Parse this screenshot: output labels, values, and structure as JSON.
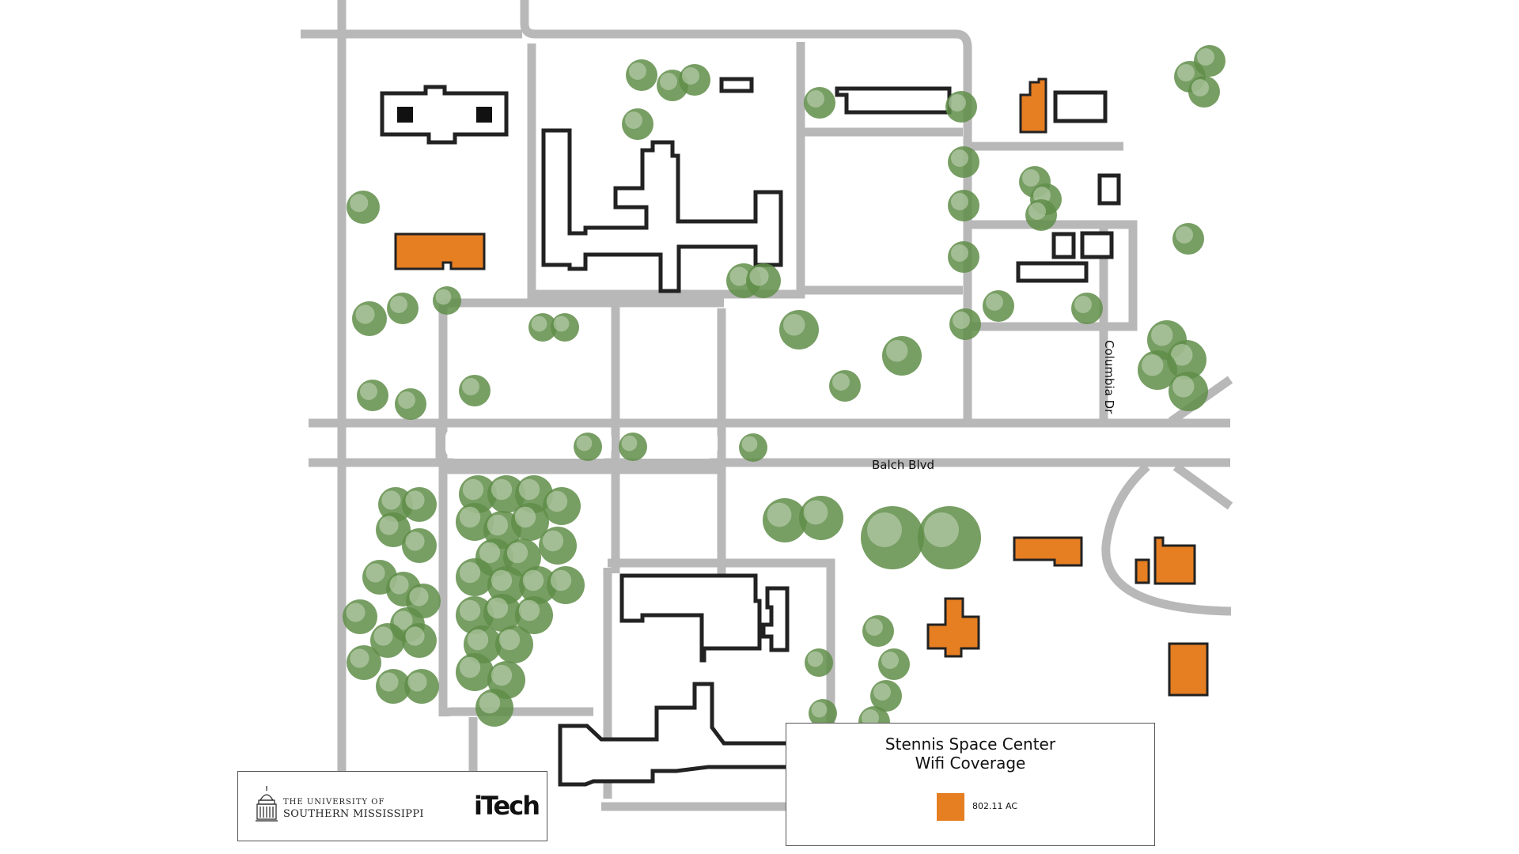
{
  "map": {
    "colors": {
      "road": "#b8b8b8",
      "building_outline": "#222222",
      "wifi_ac_building": "#e67e22",
      "tree": "#5f8d48",
      "background": "#ffffff"
    },
    "streets": [
      "Balch Blvd",
      "Columbia Dr"
    ]
  },
  "legend": {
    "title_line1": "Stennis Space Center",
    "title_line2": "Wifi Coverage",
    "items": [
      {
        "label": "802.11 AC",
        "color": "#e67e22"
      }
    ]
  },
  "logos": {
    "university_line1": "THE UNIVERSITY OF",
    "university_line2": "SOUTHERN MISSISSIPPI",
    "seal_icon": "university-dome-seal-icon",
    "itech": "iTech"
  }
}
